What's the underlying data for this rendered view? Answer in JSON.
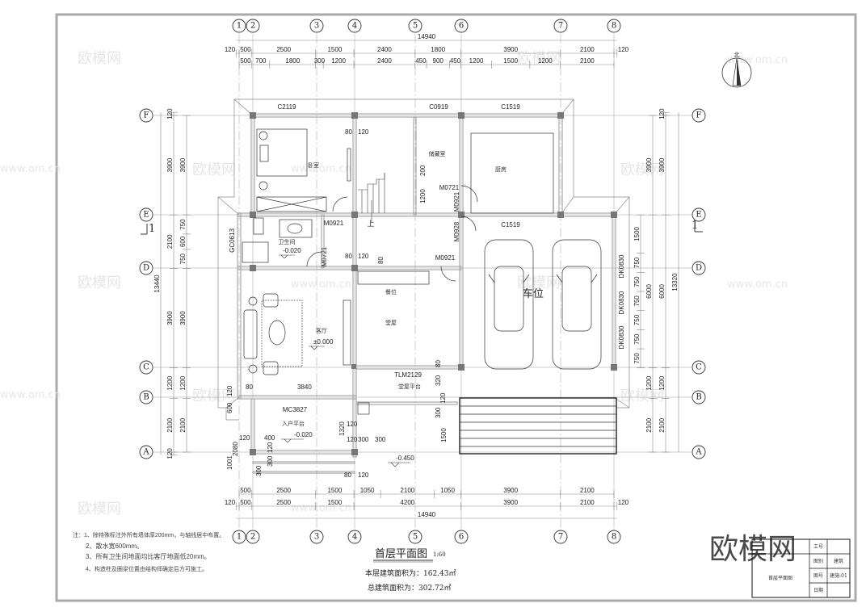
{
  "axes": {
    "columns": [
      "1",
      "2",
      "3",
      "4",
      "5",
      "6",
      "7",
      "8"
    ],
    "rows": [
      "F",
      "E",
      "D",
      "C",
      "B",
      "A"
    ]
  },
  "dimensions": {
    "top_total": "14940",
    "top_row1": [
      "120",
      "500",
      "2500",
      "1500",
      "2400",
      "1800",
      "3900",
      "2100",
      "120"
    ],
    "top_row2": [
      "500",
      "700",
      "1800",
      "300",
      "1200",
      "2400",
      "450",
      "900",
      "450",
      "1200",
      "1500",
      "1200",
      "2100"
    ],
    "bottom_row1": [
      "500",
      "2500",
      "1500",
      "1050",
      "2100",
      "1050",
      "3900",
      "2100"
    ],
    "bottom_row2": [
      "120",
      "500",
      "2500",
      "1500",
      "4200",
      "3900",
      "2100",
      "120"
    ],
    "bottom_total": "14940",
    "left_total": "13440",
    "left_col1": [
      "120",
      "3900",
      "2100",
      "3900",
      "1200",
      "2100",
      "120"
    ],
    "left_col2": [
      "3900",
      "750",
      "600",
      "750",
      "3900",
      "1200",
      "2100"
    ],
    "right_total": "13320",
    "right_col1": [
      "120",
      "3900",
      "6000",
      "1200",
      "2100"
    ],
    "right_col2": [
      "3900",
      "6000",
      "1200",
      "2100"
    ],
    "right_col3": [
      "1500",
      "750",
      "750",
      "750",
      "750",
      "750",
      "750"
    ]
  },
  "openings": [
    "C2119",
    "C0919",
    "C1519",
    "C1519",
    "M0921",
    "M0721",
    "M0921",
    "M0928",
    "M0921",
    "M0721",
    "GC0613",
    "MC3827",
    "TLM2129",
    "DK0830",
    "DK0830",
    "DK0830"
  ],
  "rooms": {
    "bedroom": "卧室",
    "storage": "储藏室",
    "kitchen": "厨房",
    "bathroom": "卫生间",
    "dining": "餐位",
    "hall": "堂屋",
    "living": "客厅",
    "hall_terrace": "堂屋平台",
    "entry_terrace": "入户平台",
    "parking": "车位",
    "stair_up": "上"
  },
  "levels": [
    "-0.020",
    "±0.000",
    "-0.020",
    "-0.450"
  ],
  "inner_dims": [
    "80",
    "120",
    "80",
    "120",
    "80",
    "3840",
    "1200",
    "200",
    "1320",
    "120",
    "300",
    "300",
    "1500",
    "300",
    "120",
    "320",
    "80",
    "80",
    "120",
    "120",
    "400",
    "120",
    "300",
    "300",
    "80",
    "120",
    "600",
    "120",
    "1001",
    "2080"
  ],
  "section_mark": "1",
  "north_label": "北",
  "notes": [
    "注：1、除特殊标注外所有墙体厚200mm，与轴线居中布置。",
    "2、散水宽600mm。",
    "3、所有卫生间地面均比客厅地面低20mm。",
    "4、构造柱及圈梁位置由结构师确定后方可施工。"
  ],
  "drawing_title": "首层平面图",
  "scale": "1:60",
  "floor_area": "本层建筑面积为：162.43㎡",
  "total_area": "总建筑面积为：302.72㎡",
  "title_block": {
    "drawing_name": "首层平面图",
    "job_no_label": "工号",
    "category_label": "图别",
    "category_value": "建筑",
    "drawing_no_label": "图号",
    "drawing_no_value": "建施-01",
    "date_label": "日期"
  },
  "watermark": {
    "brand": "欧模网",
    "url": "www.om.cn"
  }
}
